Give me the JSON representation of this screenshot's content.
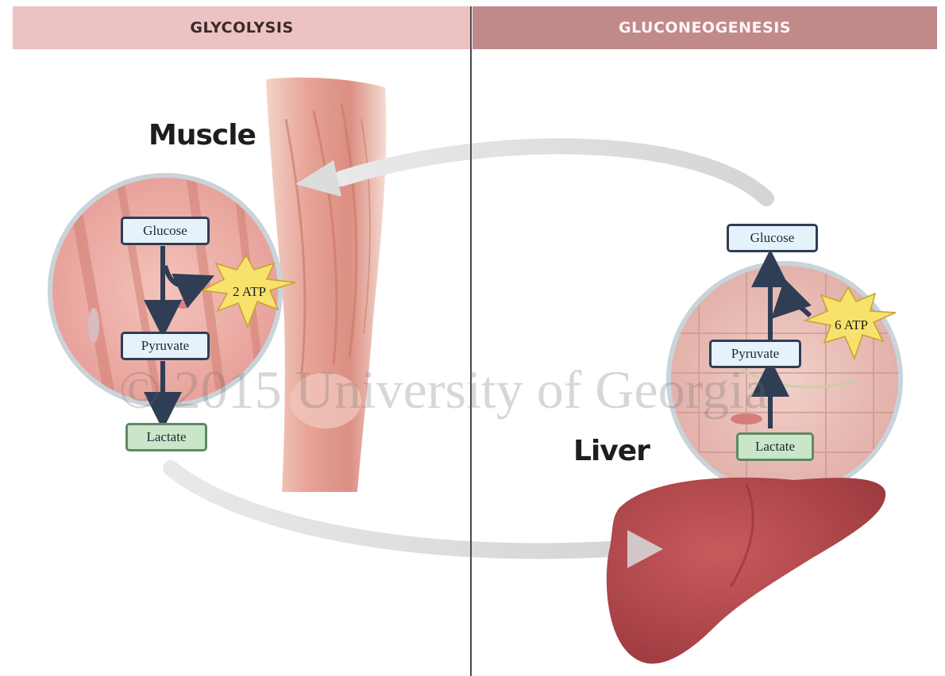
{
  "headers": {
    "left": "GLYCOLYSIS",
    "right": "GLUCONEOGENESIS"
  },
  "muscle": {
    "title": "Muscle",
    "glucose": "Glucose",
    "pyruvate": "Pyruvate",
    "lactate": "Lactate",
    "atp": "2 ATP"
  },
  "liver": {
    "title": "Liver",
    "glucose": "Glucose",
    "pyruvate": "Pyruvate",
    "lactate": "Lactate",
    "atp": "6 ATP"
  },
  "watermark": "© 2015 University of Georgia",
  "colors": {
    "header_left": "#edc2c3",
    "header_right": "#c08a8b",
    "box_blue": "#e6f2fb",
    "box_green": "#c9e6c9",
    "arrow_dark": "#2f3d55",
    "atp_star": "#f7e26b",
    "liver": "#b8474c",
    "muscle": "#e0a199"
  }
}
